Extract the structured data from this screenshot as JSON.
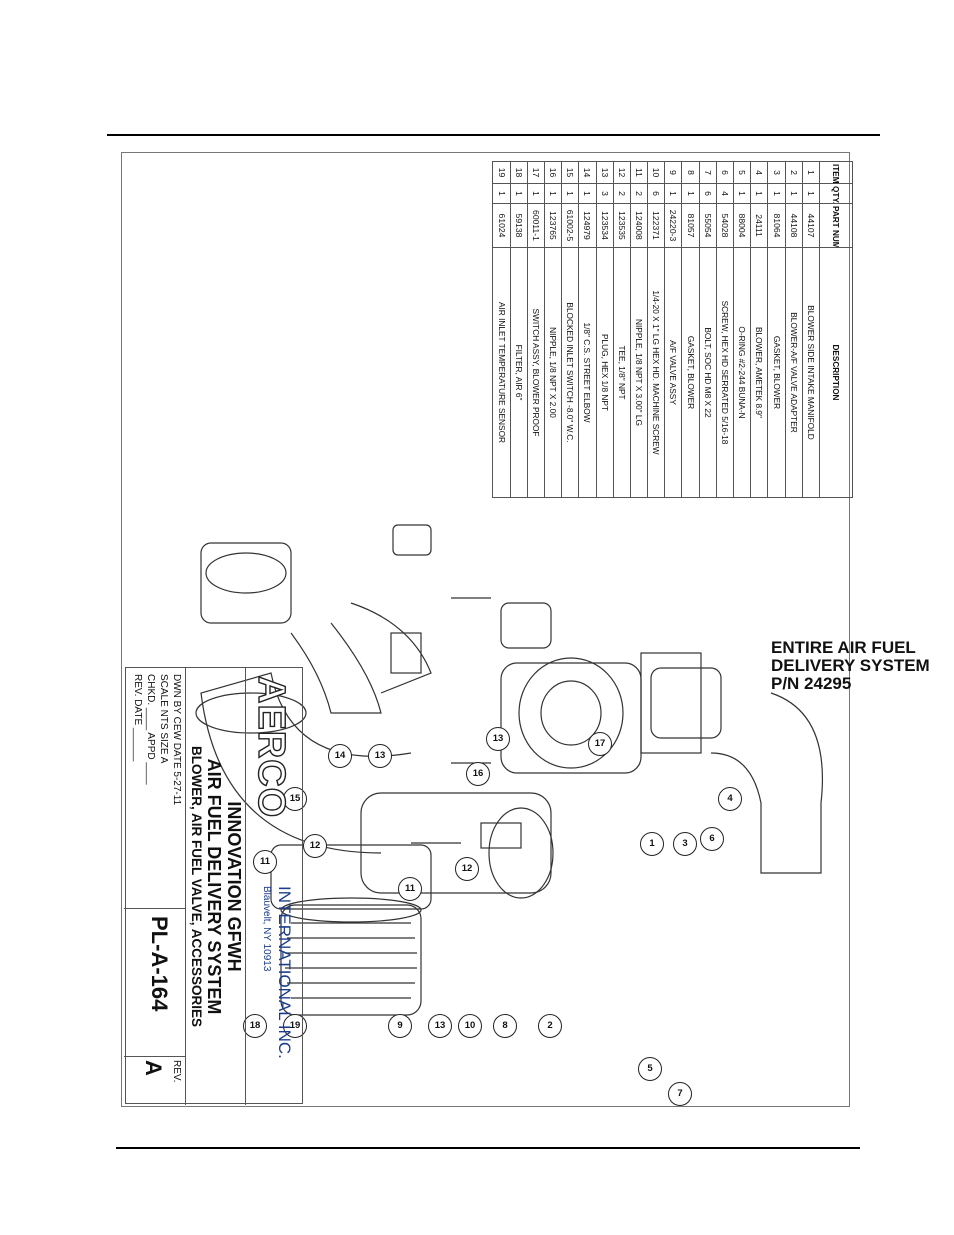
{
  "bom": {
    "headers": {
      "item": "ITEM NO.",
      "qty": "QTY.",
      "part": "PART NUMBER",
      "desc": "DESCRIPTION"
    },
    "rows": [
      {
        "item": "1",
        "qty": "1",
        "part": "44107",
        "desc": "BLOWER SIDE INTAKE MANIFOLD"
      },
      {
        "item": "2",
        "qty": "1",
        "part": "44108",
        "desc": "BLOWER-A/F VALVE ADAPTER"
      },
      {
        "item": "3",
        "qty": "1",
        "part": "81064",
        "desc": "GASKET, BLOWER"
      },
      {
        "item": "4",
        "qty": "1",
        "part": "24111",
        "desc": "BLOWER, AMETEK 8.9\""
      },
      {
        "item": "5",
        "qty": "1",
        "part": "88004",
        "desc": "O-RING #2-244 BUNA-N"
      },
      {
        "item": "6",
        "qty": "4",
        "part": "54028",
        "desc": "SCREW, HEX HD SERRATED 5/16-18"
      },
      {
        "item": "7",
        "qty": "6",
        "part": "55054",
        "desc": "BOLT, SOC HD M8 X 22"
      },
      {
        "item": "8",
        "qty": "1",
        "part": "81057",
        "desc": "GASKET, BLOWER"
      },
      {
        "item": "9",
        "qty": "1",
        "part": "24220-3",
        "desc": "A/F VALVE ASSY"
      },
      {
        "item": "10",
        "qty": "6",
        "part": "122371",
        "desc": "1/4-20 X 1\" LG HEX HD. MACHINE SCREW"
      },
      {
        "item": "11",
        "qty": "2",
        "part": "124008",
        "desc": "NIPPLE, 1/8 NPT X 3.00\" LG"
      },
      {
        "item": "12",
        "qty": "2",
        "part": "123535",
        "desc": "TEE, 1/8\" NPT"
      },
      {
        "item": "13",
        "qty": "3",
        "part": "123534",
        "desc": "PLUG, HEX 1/8 NPT"
      },
      {
        "item": "14",
        "qty": "1",
        "part": "124979",
        "desc": "1/8\" C.S. STREET ELBOW"
      },
      {
        "item": "15",
        "qty": "1",
        "part": "61002-5",
        "desc": "BLOCKED INLET SWITCH -8.0\" W.C."
      },
      {
        "item": "16",
        "qty": "1",
        "part": "123765",
        "desc": "NIPPLE, 1/8 NPT X  2.00"
      },
      {
        "item": "17",
        "qty": "1",
        "part": "60011-1",
        "desc": "SWITCH ASSY, BLOWER PROOF"
      },
      {
        "item": "18",
        "qty": "1",
        "part": "59138",
        "desc": "FILTER, AIR 6\""
      },
      {
        "item": "19",
        "qty": "1",
        "part": "61024",
        "desc": "AIR INLET TEMPERATURE SENSOR"
      }
    ]
  },
  "title_block": {
    "logo": "AERCO",
    "company": "INTERNATIONAL INC.",
    "address": "Blauvelt, NY 10913",
    "line1": "INNOVATION GFWH",
    "line2": "AIR FUEL DELIVERY SYSTEM",
    "line3": "BLOWER, AIR FUEL VALVE, ACCESSORIES",
    "dwn_by": "DWN BY CEW DATE 5-27-11",
    "scale": "SCALE  NTS  SIZE  A",
    "chkd": "CHKD. ____ APPD ____",
    "rev_date": "REV. DATE ______",
    "drawing_no": "PL-A-164",
    "rev_label": "REV.",
    "rev": "A"
  },
  "note": {
    "line1": "ENTIRE AIR FUEL",
    "line2": "DELIVERY SYSTEM",
    "line3": "P/N 24295"
  },
  "balloons": [
    "18",
    "19",
    "9",
    "13",
    "10",
    "8",
    "2",
    "11",
    "12",
    "15",
    "14",
    "13",
    "11",
    "12",
    "16",
    "13",
    "17",
    "7",
    "5",
    "4",
    "6",
    "3",
    "1"
  ]
}
